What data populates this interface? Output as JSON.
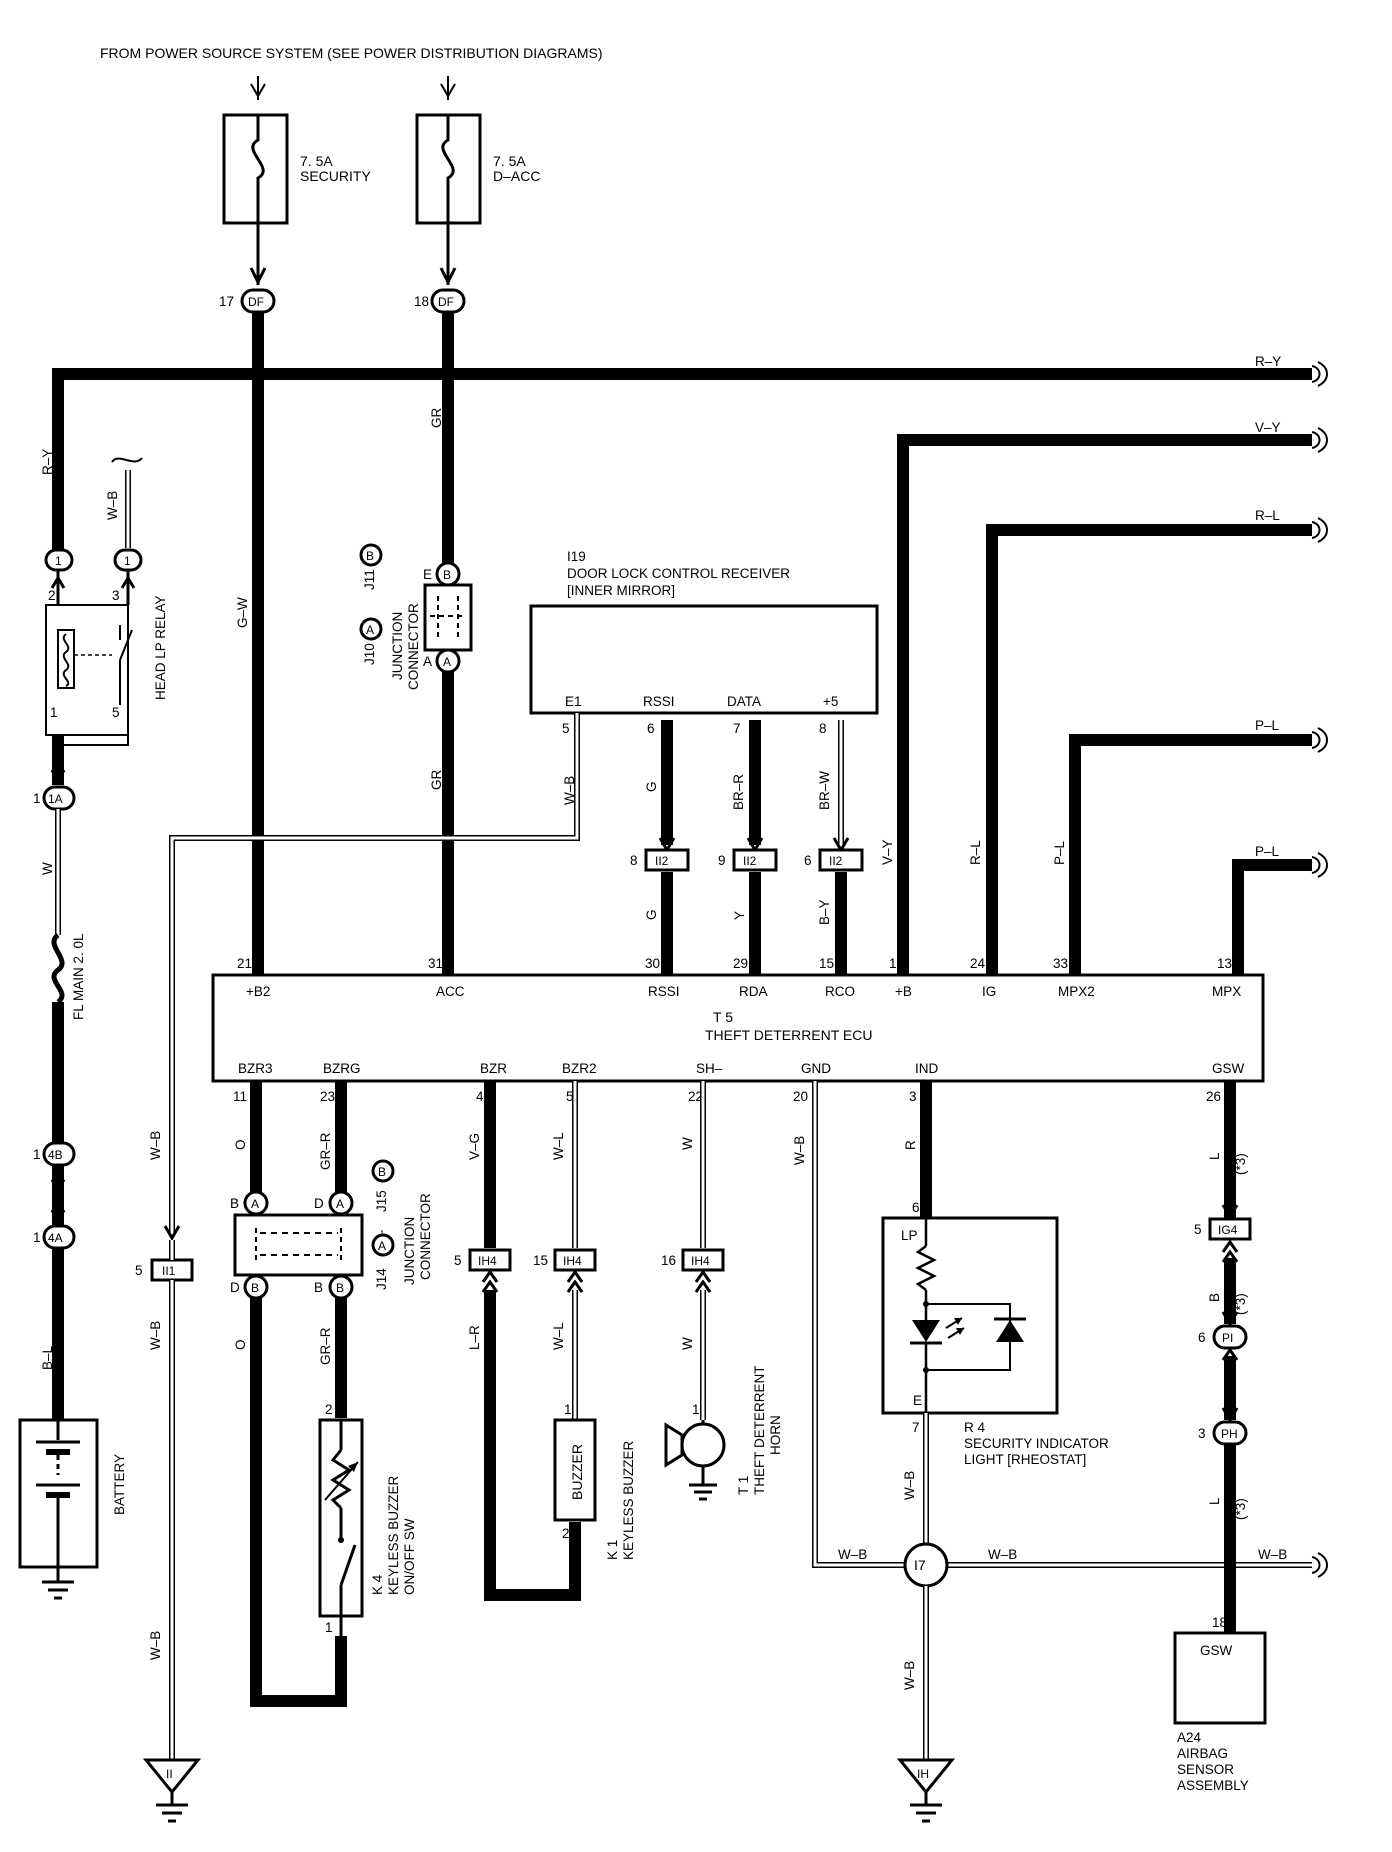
{
  "header": {
    "text": "FROM POWER SOURCE SYSTEM (SEE POWER DISTRIBUTION DIAGRAMS)"
  },
  "fuses": {
    "security": {
      "rating": "7. 5A",
      "name": "SECURITY"
    },
    "dacc": {
      "rating": "7. 5A",
      "name": "D–ACC"
    }
  },
  "connectors": {
    "df17": {
      "pin": "17",
      "code": "DF"
    },
    "df18": {
      "pin": "18",
      "code": "DF"
    },
    "c1a": {
      "pin": "1",
      "code": "1A"
    },
    "c4b": {
      "pin": "1",
      "code": "4B"
    },
    "c4a": {
      "pin": "1",
      "code": "4A"
    },
    "ii1": {
      "pin": "5",
      "code": "II1"
    },
    "ii2a": {
      "pin": "8",
      "code": "II2"
    },
    "ii2b": {
      "pin": "9",
      "code": "II2"
    },
    "ii2c": {
      "pin": "6",
      "code": "II2"
    },
    "ih4a": {
      "pin": "5",
      "code": "IH4"
    },
    "ih4b": {
      "pin": "15",
      "code": "IH4"
    },
    "ih4c": {
      "pin": "16",
      "code": "IH4"
    },
    "ig4": {
      "pin": "5",
      "code": "IG4"
    },
    "pi": {
      "pin": "6",
      "code": "PI"
    },
    "ph": {
      "pin": "3",
      "code": "PH"
    },
    "i7": {
      "code": "I7"
    },
    "gnd_ii": {
      "code": "II"
    },
    "gnd_ih": {
      "code": "IH"
    }
  },
  "wires": {
    "ry_left": "R–Y",
    "ry_right": "R–Y",
    "vy_right": "V–Y",
    "rl_right": "R–L",
    "pl_right1": "P–L",
    "pl_right2": "P–L",
    "wb_relay": "W–B",
    "gw": "G–W",
    "gr_top": "GR",
    "gr_mid": "GR",
    "wb_recv": "W–B",
    "g_rssi": "G",
    "brr": "BR–R",
    "brw": "BR–W",
    "g_low": "G",
    "y_low": "Y",
    "by_low": "B–Y",
    "vy": "V–Y",
    "rl": "R–L",
    "pl": "P–L",
    "w_fuse": "W",
    "bl": "B–L",
    "wb_ii1": "W–B",
    "wb_ii1_low": "W–B",
    "wb_gnd": "W–B",
    "o_top": "O",
    "grr_top": "GR–R",
    "o_low": "O",
    "grr_low": "GR–R",
    "vg": "V–G",
    "wl_top": "W–L",
    "lr": "L–R",
    "wl_low": "W–L",
    "w_sh": "W",
    "w_horn": "W",
    "wb_gndecu": "W–B",
    "r_ind": "R",
    "wb_r4": "W–B",
    "wb_i7_left": "W–B",
    "wb_i7_right": "W–B",
    "wb_far_right": "W–B",
    "wb_ih": "W–B",
    "l_gsw": "L",
    "b_gsw": "B",
    "l_a24": "L",
    "note3a": "(*3)",
    "note3b": "(*3)",
    "note3c": "(*3)"
  },
  "relay": {
    "name": "HEAD LP RELAY",
    "pin2": "2",
    "pin3": "3",
    "pin1": "1",
    "pin5": "5",
    "c1": "1",
    "c2": "1"
  },
  "fusible_link": {
    "name": "FL MAIN 2. 0L"
  },
  "battery": {
    "name": "BATTERY"
  },
  "junction_top": {
    "code": "J11",
    "code2": "J10",
    "label1": "JUNCTION",
    "label2": "CONNECTOR",
    "pinB": "B",
    "pinA": "A",
    "tagE": "E",
    "tagA": "A"
  },
  "junction_bottom": {
    "code": "J15",
    "code2": "J14",
    "sep": ",",
    "label1": "JUNCTION",
    "label2": "CONNECTOR",
    "pinA": "A",
    "pinB": "B",
    "tagBL": "B",
    "tagDL": "D",
    "tagDR": "D",
    "tagBR": "B"
  },
  "receiver": {
    "id": "I19",
    "title": "DOOR LOCK CONTROL RECEIVER",
    "sub": "[INNER MIRROR]",
    "pins": [
      {
        "label": "E1",
        "num": "5"
      },
      {
        "label": "RSSI",
        "num": "6"
      },
      {
        "label": "DATA",
        "num": "7"
      },
      {
        "label": "+5",
        "num": "8"
      }
    ]
  },
  "ecu": {
    "id": "T 5",
    "name": "THEFT DETERRENT ECU",
    "top_pins": [
      {
        "label": "+B2",
        "num": "21"
      },
      {
        "label": "ACC",
        "num": "31"
      },
      {
        "label": "RSSI",
        "num": "30"
      },
      {
        "label": "RDA",
        "num": "29"
      },
      {
        "label": "RCO",
        "num": "15"
      },
      {
        "label": "+B",
        "num": "1"
      },
      {
        "label": "IG",
        "num": "24"
      },
      {
        "label": "MPX2",
        "num": "33"
      },
      {
        "label": "MPX",
        "num": "13"
      }
    ],
    "bottom_pins": [
      {
        "label": "BZR3",
        "num": "11"
      },
      {
        "label": "BZRG",
        "num": "23"
      },
      {
        "label": "BZR",
        "num": "4"
      },
      {
        "label": "BZR2",
        "num": "5"
      },
      {
        "label": "SH–",
        "num": "22"
      },
      {
        "label": "GND",
        "num": "20"
      },
      {
        "label": "IND",
        "num": "3"
      },
      {
        "label": "GSW",
        "num": "26"
      }
    ]
  },
  "k4": {
    "id": "K 4",
    "name1": "KEYLESS BUZZER",
    "name2": "ON/OFF SW",
    "pin2": "2",
    "pin1": "1"
  },
  "k1": {
    "id": "K 1",
    "name": "KEYLESS BUZZER",
    "inner": "BUZZER",
    "pin1": "1",
    "pin2": "2"
  },
  "t1": {
    "id": "T 1",
    "name1": "THEFT DETERRENT",
    "name2": "HORN",
    "pin1": "1"
  },
  "r4": {
    "id": "R 4",
    "name1": "SECURITY INDICATOR",
    "name2": "LIGHT [RHEOSTAT]",
    "lp": "LP",
    "e": "E",
    "pin6": "6",
    "pin7": "7"
  },
  "a24": {
    "id": "A24",
    "inner": "GSW",
    "pin": "18",
    "name1": "AIRBAG",
    "name2": "SENSOR",
    "name3": "ASSEMBLY"
  }
}
